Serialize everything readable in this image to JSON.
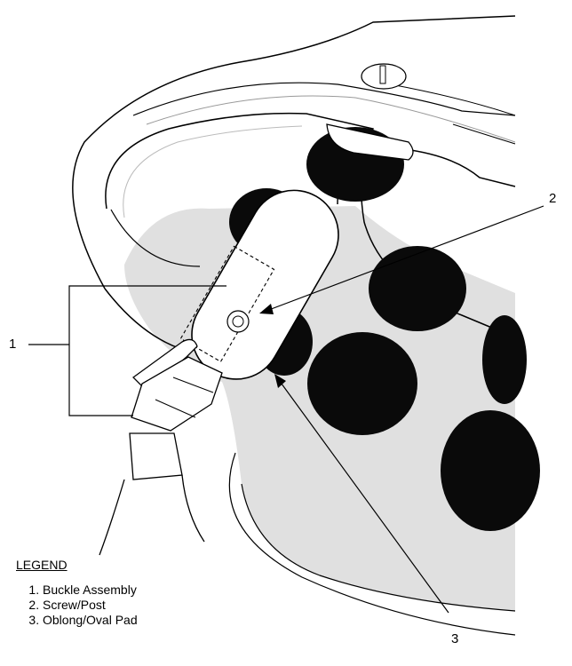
{
  "callouts": {
    "one": "1",
    "two": "2",
    "three": "3"
  },
  "legend": {
    "title": "LEGEND",
    "items": [
      "Buckle Assembly",
      "Screw/Post",
      "Oblong/Oval Pad"
    ]
  },
  "colors": {
    "line": "#000000",
    "fill_shade": "#e0e0e0",
    "pad_dark": "#0a0a0a",
    "paper": "#ffffff"
  }
}
